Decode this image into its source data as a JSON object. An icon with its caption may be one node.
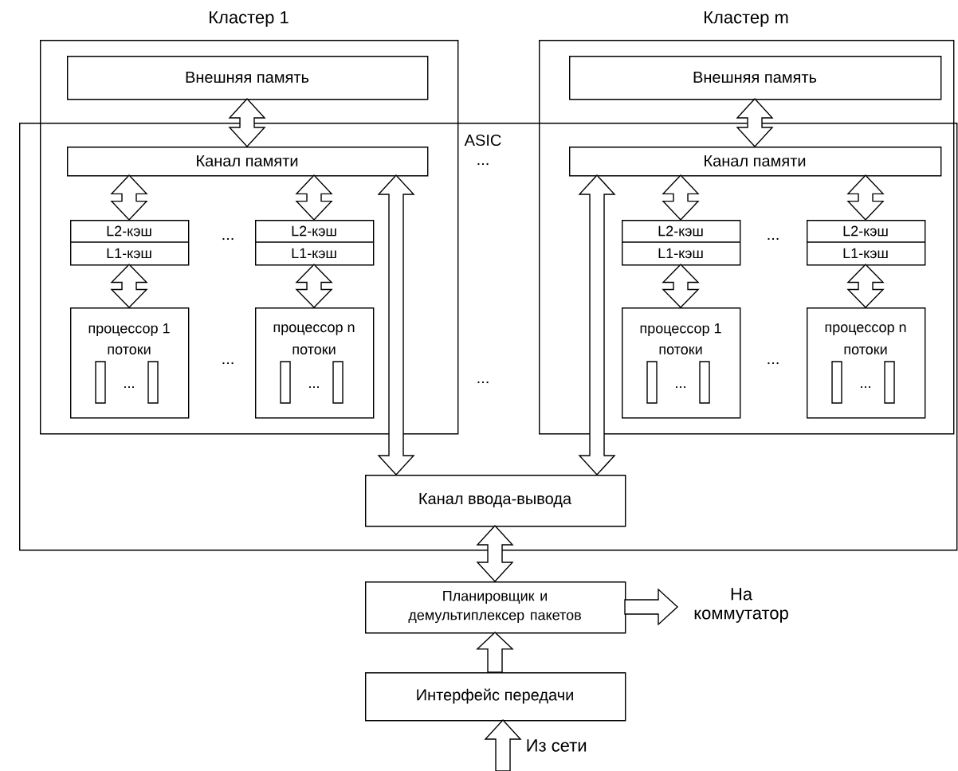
{
  "diagram": {
    "nodes": [
      {
        "text": [
          "Кластер 1"
        ]
      },
      {
        "text": [
          "Внешняя память"
        ],
        "in": 0
      },
      {
        "text": [
          "Канал памяти"
        ]
      },
      {
        "text": [
          "L2-кэш",
          "L1-кэш"
        ]
      },
      {
        "text": [
          "L2-кэш",
          "L1-кэш"
        ]
      },
      {
        "text": [
          "процессор 1",
          "потоки",
          "..."
        ]
      },
      {
        "text": [
          "процессор n",
          "потоки",
          "..."
        ]
      },
      {
        "text": [
          "Кластер m"
        ]
      },
      {
        "text": [
          "Внешняя память"
        ],
        "in": 7
      },
      {
        "text": [
          "Канал памяти"
        ]
      },
      {
        "text": [
          "L2-кэш",
          "L1-кэш"
        ]
      },
      {
        "text": [
          "L2-кэш",
          "L1-кэш"
        ]
      },
      {
        "text": [
          "процессор 1",
          "потоки",
          "..."
        ]
      },
      {
        "text": [
          "процессор n",
          "потоки",
          "..."
        ]
      },
      {
        "text": [
          "ASIC"
        ]
      },
      {
        "text": [
          "Канал ввода-вывода"
        ],
        "in": 14
      },
      {
        "text": [
          "Планировщик и демультиплексер пакетов"
        ]
      },
      {
        "text": [
          "На коммутатор"
        ]
      },
      {
        "text": [
          "Интерфейс передачи"
        ]
      }
    ],
    "edges": [
      {
        "from": 1,
        "to": 2,
        "arrow": "both"
      },
      {
        "from": 2,
        "to": 3,
        "arrow": "both"
      },
      {
        "from": 2,
        "to": 4,
        "arrow": "both"
      },
      {
        "from": 3,
        "to": 5,
        "arrow": "both"
      },
      {
        "from": 4,
        "to": 6,
        "arrow": "both"
      },
      {
        "from": 2,
        "to": 15,
        "arrow": "both"
      },
      {
        "from": 8,
        "to": 9,
        "arrow": "both"
      },
      {
        "from": 9,
        "to": 10,
        "arrow": "both"
      },
      {
        "from": 9,
        "to": 11,
        "arrow": "both"
      },
      {
        "from": 10,
        "to": 12,
        "arrow": "both"
      },
      {
        "from": 11,
        "to": 13,
        "arrow": "both"
      },
      {
        "from": 9,
        "to": 15,
        "arrow": "both"
      },
      {
        "from": 15,
        "to": 16,
        "arrow": "both"
      },
      {
        "from": 18,
        "to": 16,
        "arrow": "to"
      },
      {
        "from": 16,
        "to": 17,
        "arrow": "to"
      },
      {
        "from": null,
        "to": 18,
        "arrow": "to",
        "label": "Из сети"
      }
    ],
    "labels": [
      "...",
      "...",
      "...",
      "...",
      "...",
      "..."
    ]
  }
}
